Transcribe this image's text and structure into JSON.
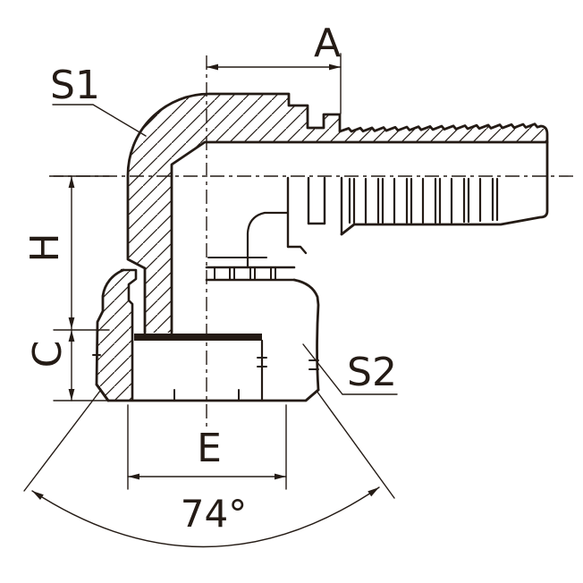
{
  "drawing": {
    "kind": "technical-drawing",
    "subject": "90 degree elbow female swivel hose fitting, half-section view",
    "labels": {
      "a": "A",
      "h": "H",
      "c": "C",
      "e": "E",
      "s1": "S1",
      "s2": "S2",
      "angle": "74°"
    }
  },
  "colors": {
    "line": "#241b15",
    "background": "#ffffff"
  }
}
